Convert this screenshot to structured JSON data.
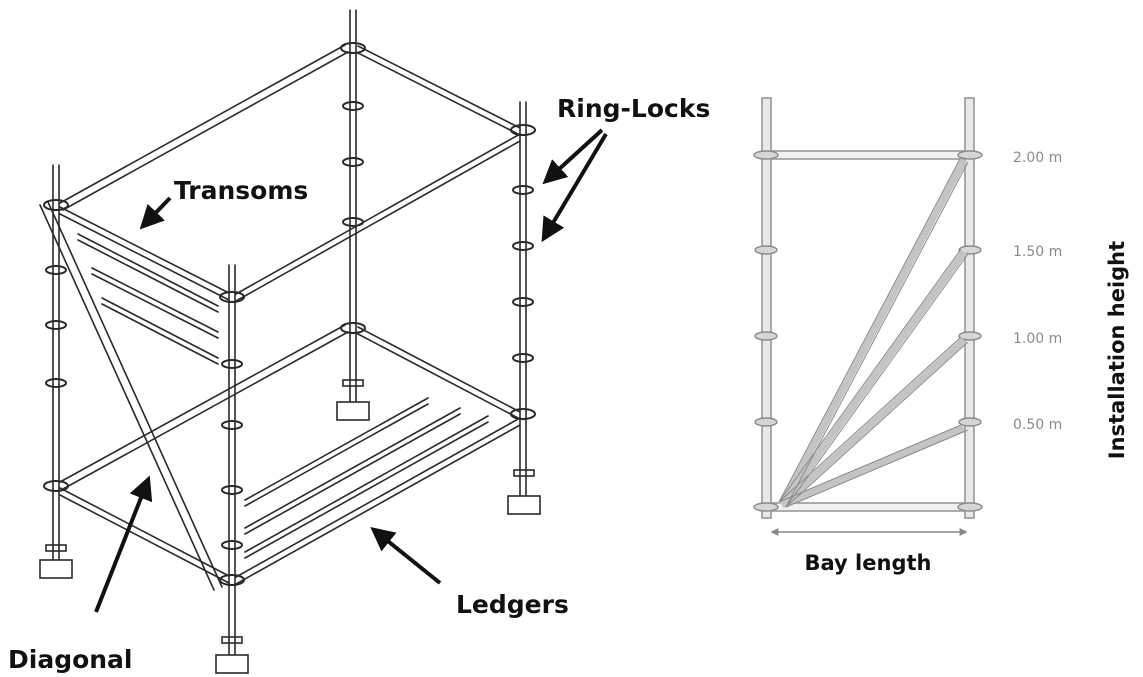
{
  "callouts": {
    "ring_locks": "Ring-Locks",
    "transoms": "Transoms",
    "ledgers": "Ledgers",
    "diagonal": "Diagonal"
  },
  "elevation": {
    "heights": [
      "2.00 m",
      "1.50 m",
      "1.00 m",
      "0.50 m"
    ],
    "bay_length_label": "Bay length",
    "installation_height_label": "Installation height"
  },
  "colors": {
    "line": "#2a2a2a",
    "label_gray": "#8a8a8a",
    "tube_gray": "#9a9a9a"
  }
}
